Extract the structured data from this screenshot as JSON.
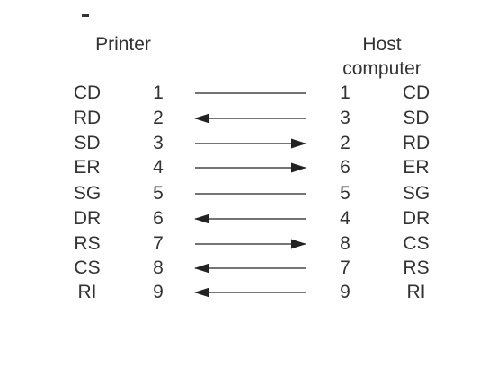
{
  "header": {
    "left_label": "Printer",
    "right_label_line1": "Host",
    "right_label_line2": "computer"
  },
  "rows": [
    {
      "left_signal": "CD",
      "left_pin": "1",
      "right_pin": "1",
      "right_signal": "CD",
      "connector_icon": "plain-line-icon"
    },
    {
      "left_signal": "RD",
      "left_pin": "2",
      "right_pin": "3",
      "right_signal": "SD",
      "connector_icon": "left-arrow-icon"
    },
    {
      "left_signal": "SD",
      "left_pin": "3",
      "right_pin": "2",
      "right_signal": "RD",
      "connector_icon": "right-arrow-icon"
    },
    {
      "left_signal": "ER",
      "left_pin": "4",
      "right_pin": "6",
      "right_signal": "ER",
      "connector_icon": "right-arrow-icon"
    },
    {
      "left_signal": "SG",
      "left_pin": "5",
      "right_pin": "5",
      "right_signal": "SG",
      "connector_icon": "plain-line-icon"
    },
    {
      "left_signal": "DR",
      "left_pin": "6",
      "right_pin": "4",
      "right_signal": "DR",
      "connector_icon": "left-arrow-icon"
    },
    {
      "left_signal": "RS",
      "left_pin": "7",
      "right_pin": "8",
      "right_signal": "CS",
      "connector_icon": "right-arrow-icon"
    },
    {
      "left_signal": "CS",
      "left_pin": "8",
      "right_pin": "7",
      "right_signal": "RS",
      "connector_icon": "left-arrow-icon"
    },
    {
      "left_signal": "RI",
      "left_pin": "9",
      "right_pin": "9",
      "right_signal": "RI",
      "connector_icon": "left-arrow-icon"
    }
  ],
  "colors": {
    "text": "#333333",
    "line": "#222222",
    "background": "#ffffff"
  }
}
